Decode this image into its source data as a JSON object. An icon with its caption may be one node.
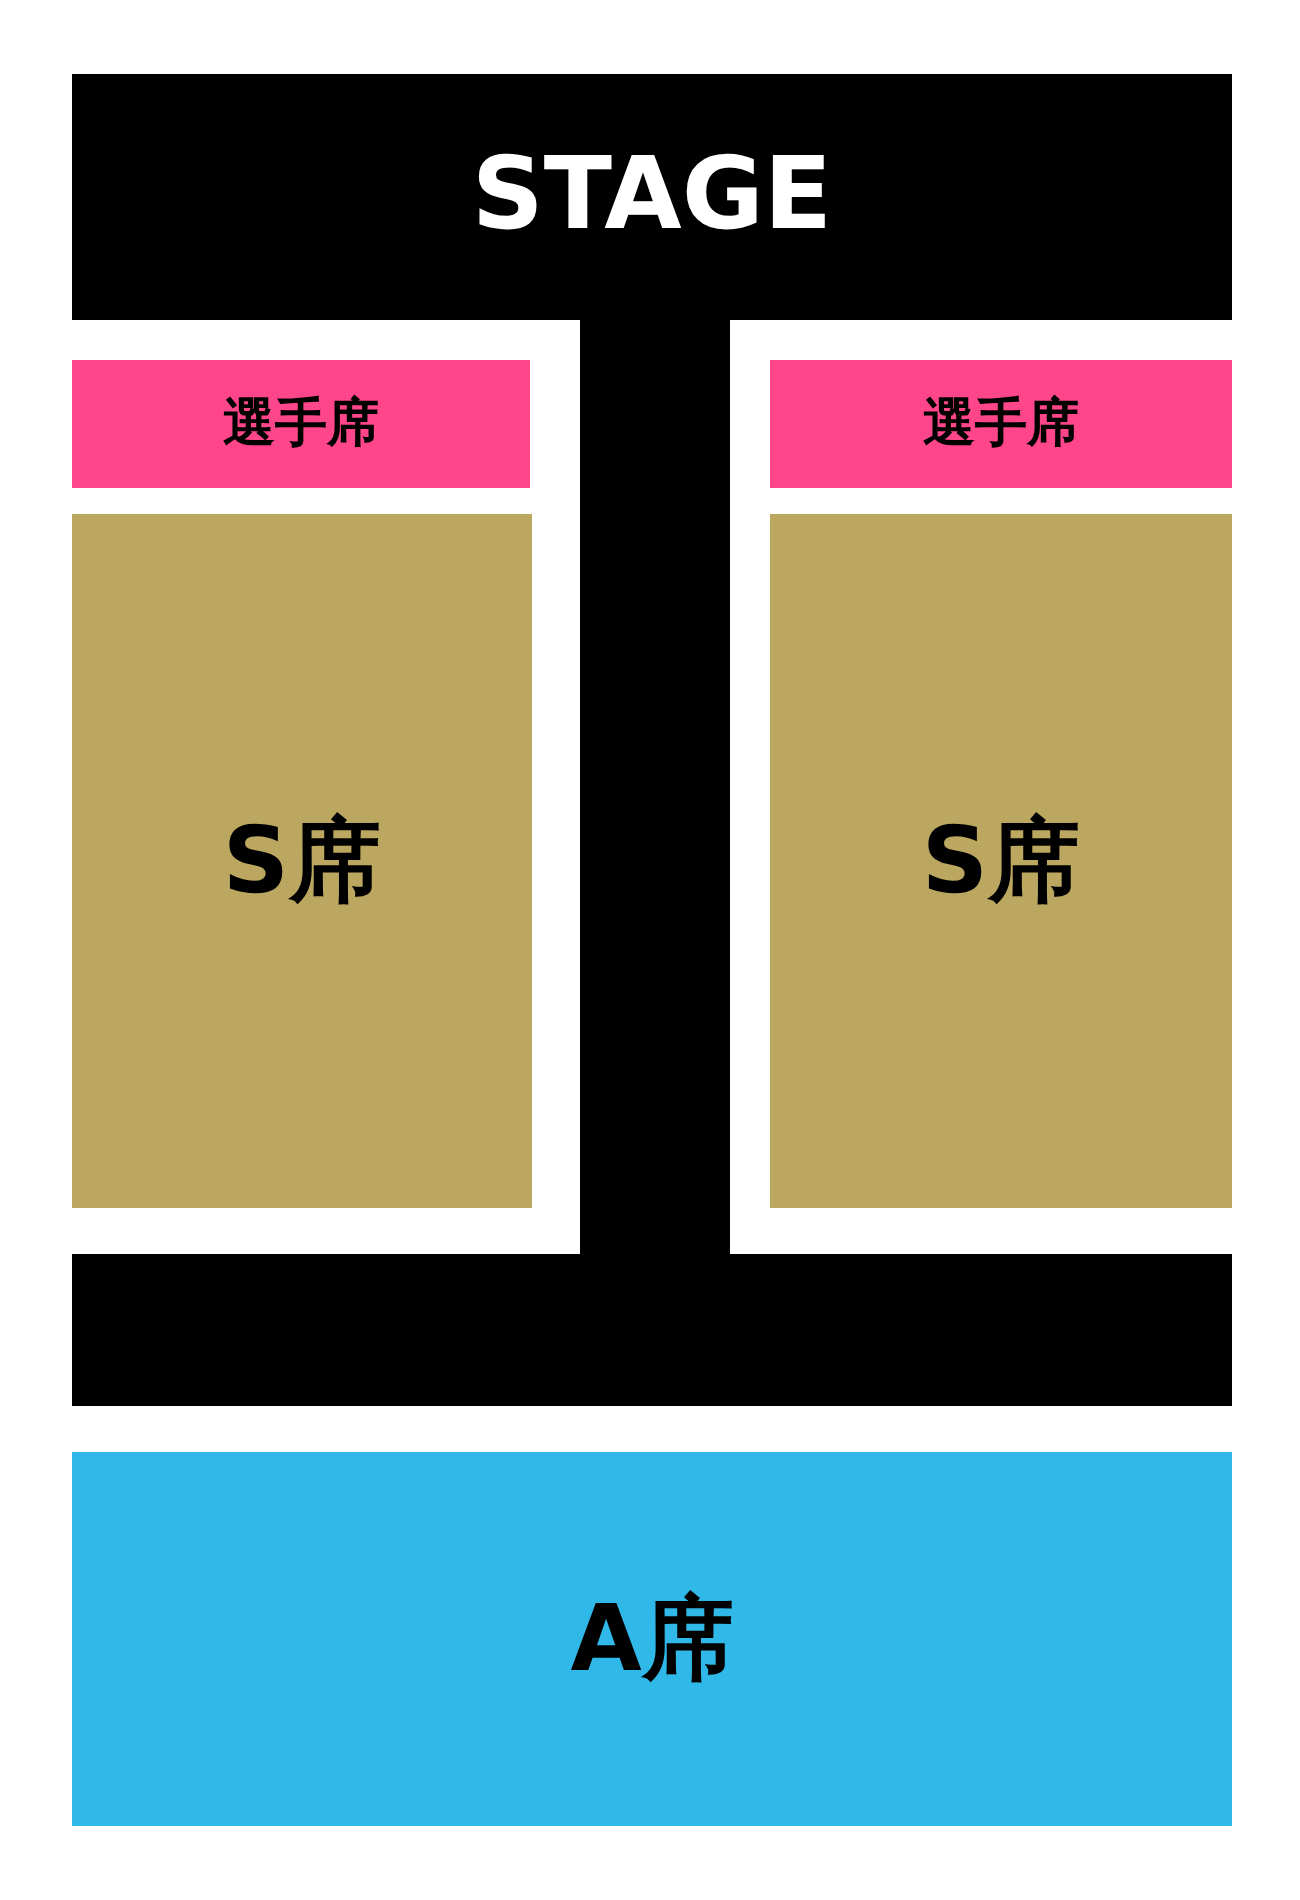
{
  "diagram": {
    "nodes": [
      {
        "text": [
          "STAGE"
        ]
      },
      {
        "text": [
          "選手席"
        ]
      },
      {
        "text": [
          "選手席"
        ]
      },
      {
        "text": [
          "S席"
        ]
      },
      {
        "text": [
          "S席"
        ]
      },
      {
        "text": [
          "A席"
        ]
      }
    ]
  }
}
